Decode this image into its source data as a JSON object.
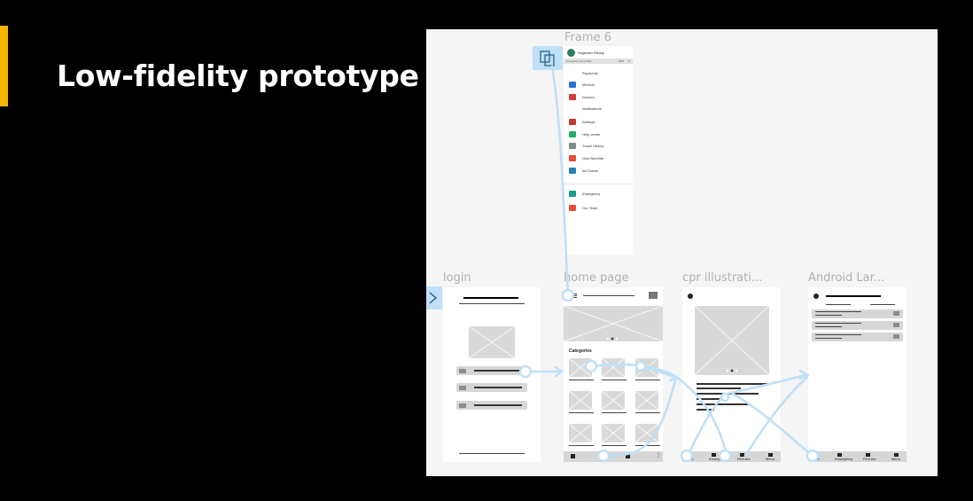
{
  "slide": {
    "title": "Low-fidelity prototype",
    "accent_color": "#f4b400"
  },
  "canvas": {
    "background": "#f5f5f5",
    "connector_color": "#bfe0f7",
    "frames": {
      "frame6": {
        "label": "Frame 6"
      },
      "login": {
        "label": "login"
      },
      "home": {
        "label": "home page",
        "categories_label": "Categories"
      },
      "cpr": {
        "label": "cpr illustrati..."
      },
      "android": {
        "label": "Android Lar..."
      }
    }
  },
  "drawer": {
    "user_name": "Yogender Reddy",
    "complete_profile": "Complete your profile",
    "profile_pct": "80%",
    "items": [
      {
        "label": "Payments",
        "icon": "",
        "color": ""
      },
      {
        "label": "Medical",
        "icon": "medical-icon",
        "color": "#2a6fd6"
      },
      {
        "label": "Doctors",
        "icon": "doctors-icon",
        "color": "#d63a3a"
      },
      {
        "label": "Notifications",
        "icon": "",
        "color": ""
      },
      {
        "label": "Settings",
        "icon": "settings-icon",
        "color": "#c0392b"
      },
      {
        "label": "Help centre",
        "icon": "help-icon",
        "color": "#27ae60"
      },
      {
        "label": "Travel History",
        "icon": "history-icon",
        "color": "#7f8c8d"
      },
      {
        "label": "Give Benefits",
        "icon": "benefits-icon",
        "color": "#e74c3c"
      },
      {
        "label": "All Claims",
        "icon": "claims-icon",
        "color": "#2980b9"
      },
      {
        "label": "Emergency",
        "icon": "ambulance-icon",
        "color": "#16a085"
      },
      {
        "label": "Our Team",
        "icon": "team-icon",
        "color": "#e74c3c"
      }
    ]
  },
  "nav": {
    "cpr": [
      "Home",
      "Emergency",
      "First Aid",
      "Menu"
    ],
    "android": [
      "Home",
      "Emergency",
      "First Aid",
      "Menu"
    ]
  }
}
